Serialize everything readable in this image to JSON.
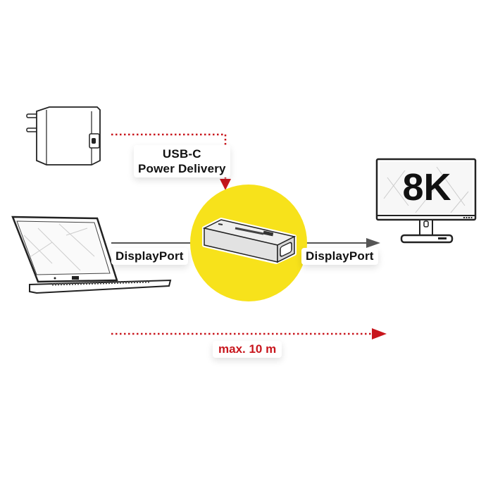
{
  "diagram": {
    "colors": {
      "accent_yellow": "#f7e21b",
      "arrow_red": "#c8161d",
      "line_gray": "#555555",
      "text_black": "#111111"
    },
    "power_supply": {
      "icon": "usb-c-power-adapter-icon"
    },
    "laptop": {
      "icon": "laptop-icon"
    },
    "adapter": {
      "icon": "displayport-repeater-adapter-icon"
    },
    "monitor": {
      "icon": "monitor-icon",
      "screen_text": "8K"
    },
    "labels": {
      "power_line1": "USB-C",
      "power_line2": "Power Delivery",
      "input_port": "DisplayPort",
      "output_port": "DisplayPort",
      "distance": "max. 10 m"
    }
  }
}
